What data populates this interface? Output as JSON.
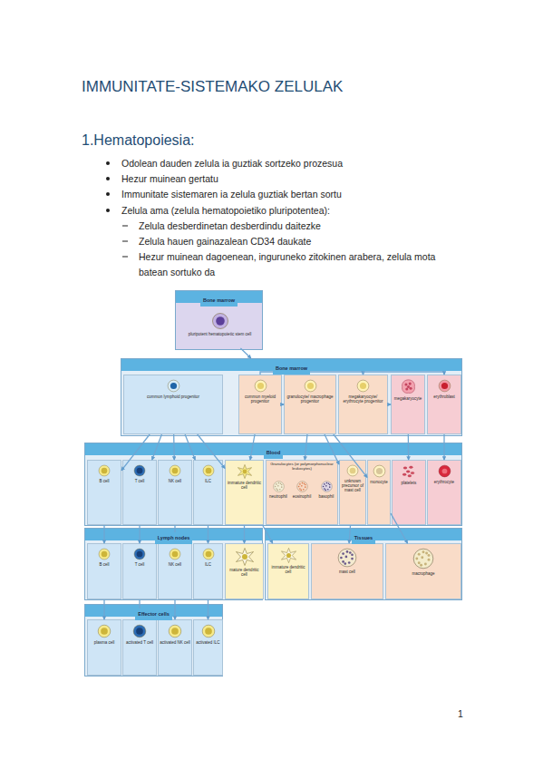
{
  "diagram": {
    "title": "IMMUNITATE-SISTEMAKO ZELULAK",
    "nodes": [
      {
        "text": [
          "Bone marrow"
        ]
      },
      {
        "text": [
          "pluripotent hematopoietic stem cell"
        ],
        "in": 0
      },
      {
        "text": [
          "Bone marrow"
        ]
      },
      {
        "text": [
          "common lymphoid progenitor"
        ],
        "in": 2
      },
      {
        "text": [
          "common myeloid progenitor"
        ],
        "in": 2
      },
      {
        "text": [
          "granulocyte/ macrophage progenitor"
        ],
        "in": 2
      },
      {
        "text": [
          "megakaryocyte/ erythrocyte progenitor"
        ],
        "in": 2
      },
      {
        "text": [
          "megakaryocyte"
        ],
        "in": 2
      },
      {
        "text": [
          "erythroblast"
        ],
        "in": 2
      },
      {
        "text": [
          "Blood"
        ]
      },
      {
        "text": [
          "B cell"
        ],
        "in": 9
      },
      {
        "text": [
          "T cell"
        ],
        "in": 9
      },
      {
        "text": [
          "NK cell"
        ],
        "in": 9
      },
      {
        "text": [
          "ILC"
        ],
        "in": 9
      },
      {
        "text": [
          "immature dendritic cell"
        ],
        "in": 9
      },
      {
        "text": [
          "Granulocytes (or polymorphonuclear leukocytes)"
        ],
        "in": 9
      },
      {
        "text": [
          "neutrophil"
        ],
        "in": 15
      },
      {
        "text": [
          "eosinophil"
        ],
        "in": 15
      },
      {
        "text": [
          "basophil"
        ],
        "in": 15
      },
      {
        "text": [
          "unknown precursor of mast cell"
        ],
        "in": 9
      },
      {
        "text": [
          "monocyte"
        ],
        "in": 9
      },
      {
        "text": [
          "platelets"
        ],
        "in": 9
      },
      {
        "text": [
          "erythrocyte"
        ],
        "in": 9
      },
      {
        "text": [
          "Lymph nodes"
        ]
      },
      {
        "text": [
          "B cell"
        ],
        "in": 23
      },
      {
        "text": [
          "T cell"
        ],
        "in": 23
      },
      {
        "text": [
          "NK cell"
        ],
        "in": 23
      },
      {
        "text": [
          "ILC"
        ],
        "in": 23
      },
      {
        "text": [
          "mature dendritic cell"
        ],
        "in": 23
      },
      {
        "text": [
          "Tissues"
        ]
      },
      {
        "text": [
          "immature dendritic cell"
        ],
        "in": 29
      },
      {
        "text": [
          "mast cell"
        ],
        "in": 29
      },
      {
        "text": [
          "macrophage"
        ],
        "in": 29
      },
      {
        "text": [
          "Effector cells"
        ]
      },
      {
        "text": [
          "plasma cell"
        ],
        "in": 33
      },
      {
        "text": [
          "activated T cell"
        ],
        "in": 33
      },
      {
        "text": [
          "activated NK cell"
        ],
        "in": 33
      },
      {
        "text": [
          "activated ILC"
        ],
        "in": 33
      }
    ],
    "edges": [
      {
        "from": 1,
        "to": 2,
        "arrow": "to"
      },
      {
        "from": 3,
        "to": 10,
        "arrow": "to"
      },
      {
        "from": 3,
        "to": 11,
        "arrow": "to"
      },
      {
        "from": 3,
        "to": 12,
        "arrow": "to"
      },
      {
        "from": 3,
        "to": 13,
        "arrow": "to"
      },
      {
        "from": 3,
        "to": 14,
        "arrow": "to"
      },
      {
        "from": 4,
        "to": 14,
        "arrow": "to"
      },
      {
        "from": 4,
        "to": 5,
        "arrow": "to"
      },
      {
        "from": 4,
        "to": 6,
        "arrow": "to"
      },
      {
        "from": 5,
        "to": 15,
        "arrow": "to"
      },
      {
        "from": 5,
        "to": 19,
        "arrow": "to"
      },
      {
        "from": 5,
        "to": 20,
        "arrow": "to"
      },
      {
        "from": 6,
        "to": 7,
        "arrow": "to"
      },
      {
        "from": 6,
        "to": 8,
        "arrow": "to"
      },
      {
        "from": 7,
        "to": 21,
        "arrow": "to"
      },
      {
        "from": 8,
        "to": 22,
        "arrow": "to"
      },
      {
        "from": 10,
        "to": 24,
        "arrow": "to"
      },
      {
        "from": 11,
        "to": 25,
        "arrow": "to"
      },
      {
        "from": 12,
        "to": 26,
        "arrow": "to"
      },
      {
        "from": 13,
        "to": 27,
        "arrow": "to"
      },
      {
        "from": 14,
        "to": 28,
        "arrow": "to"
      },
      {
        "from": 14,
        "to": 30,
        "arrow": "to"
      },
      {
        "from": 19,
        "to": 31,
        "arrow": "to"
      },
      {
        "from": 20,
        "to": 32,
        "arrow": "to"
      },
      {
        "from": 24,
        "to": 34,
        "arrow": "to"
      },
      {
        "from": 25,
        "to": 35,
        "arrow": "to"
      },
      {
        "from": 26,
        "to": 36,
        "arrow": "to"
      },
      {
        "from": 27,
        "to": 37,
        "arrow": "to"
      }
    ],
    "labels": [
      "1.Hematopoiesia:",
      "Odolean dauden zelula ia guztiak sortzeko prozesua",
      "Hezur muinean gertatu",
      "Immunitate sistemaren ia zelula guztiak bertan sortu",
      "Zelula ama (zelula hematopoietiko pluripotentea):",
      "Zelula desberdinetan desberdindu daitezke",
      "Zelula hauen gainazalean CD34 daukate",
      "Hezur muinean dagoenean, inguruneko zitokinen arabera, zelula mota batean sortuko da",
      "1"
    ]
  }
}
